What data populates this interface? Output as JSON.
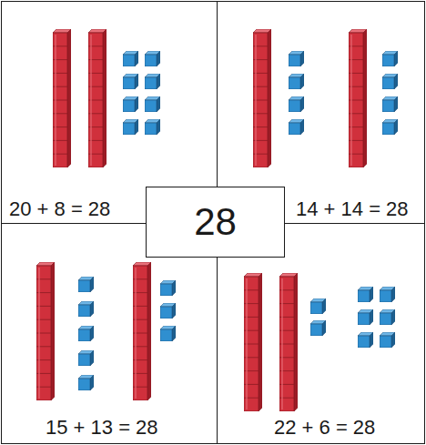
{
  "diagram": {
    "nodes": [
      {
        "text": [
          "20 + 8 = 28"
        ]
      },
      {
        "text": [
          "14 + 14 = 28"
        ]
      },
      {
        "text": [
          "28"
        ]
      },
      {
        "text": [
          "15 + 13 = 28"
        ]
      },
      {
        "text": [
          "22 + 6 = 28"
        ]
      }
    ]
  }
}
